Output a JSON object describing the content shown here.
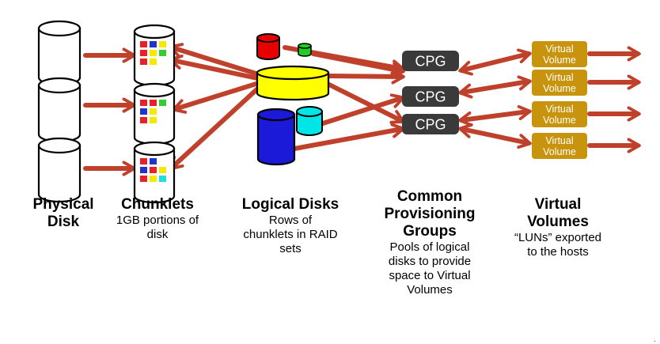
{
  "colors": {
    "arrow": "#c0412b",
    "cpg_box": "#3a3a3a",
    "vv_box": "#c8930d",
    "ld_red": "#e80000",
    "ld_green": "#22cc22",
    "ld_yellow": "#ffff00",
    "ld_blue": "#1a1ad8",
    "ld_cyan": "#00e5e5",
    "chunk_red": "#e8202a",
    "chunk_blue": "#2233cc",
    "chunk_yellow": "#f4ea00",
    "chunk_green": "#33cc33",
    "chunk_cyan": "#22dddd"
  },
  "cpg": {
    "label": "CPG"
  },
  "virtual_volume": {
    "label_line1": "Virtual",
    "label_line2": "Volume"
  },
  "captions": {
    "physical_disk": {
      "line1": "Physical",
      "line2": "Disk"
    },
    "chunklets": {
      "title": "Chunklets",
      "desc1": "1GB portions of",
      "desc2": "disk"
    },
    "logical_disks": {
      "title": "Logical Disks",
      "desc1": "Rows of",
      "desc2": "chunklets in RAID",
      "desc3": "sets"
    },
    "cpg": {
      "title1": "Common",
      "title2": "Provisioning",
      "title3": "Groups",
      "desc1": "Pools of logical",
      "desc2": "disks to provide",
      "desc3": "space to Virtual",
      "desc4": "Volumes"
    },
    "virtual_volumes": {
      "title1": "Virtual",
      "title2": "Volumes",
      "desc1": "“LUNs” exported",
      "desc2": "to the hosts"
    }
  },
  "footer_mark": "."
}
